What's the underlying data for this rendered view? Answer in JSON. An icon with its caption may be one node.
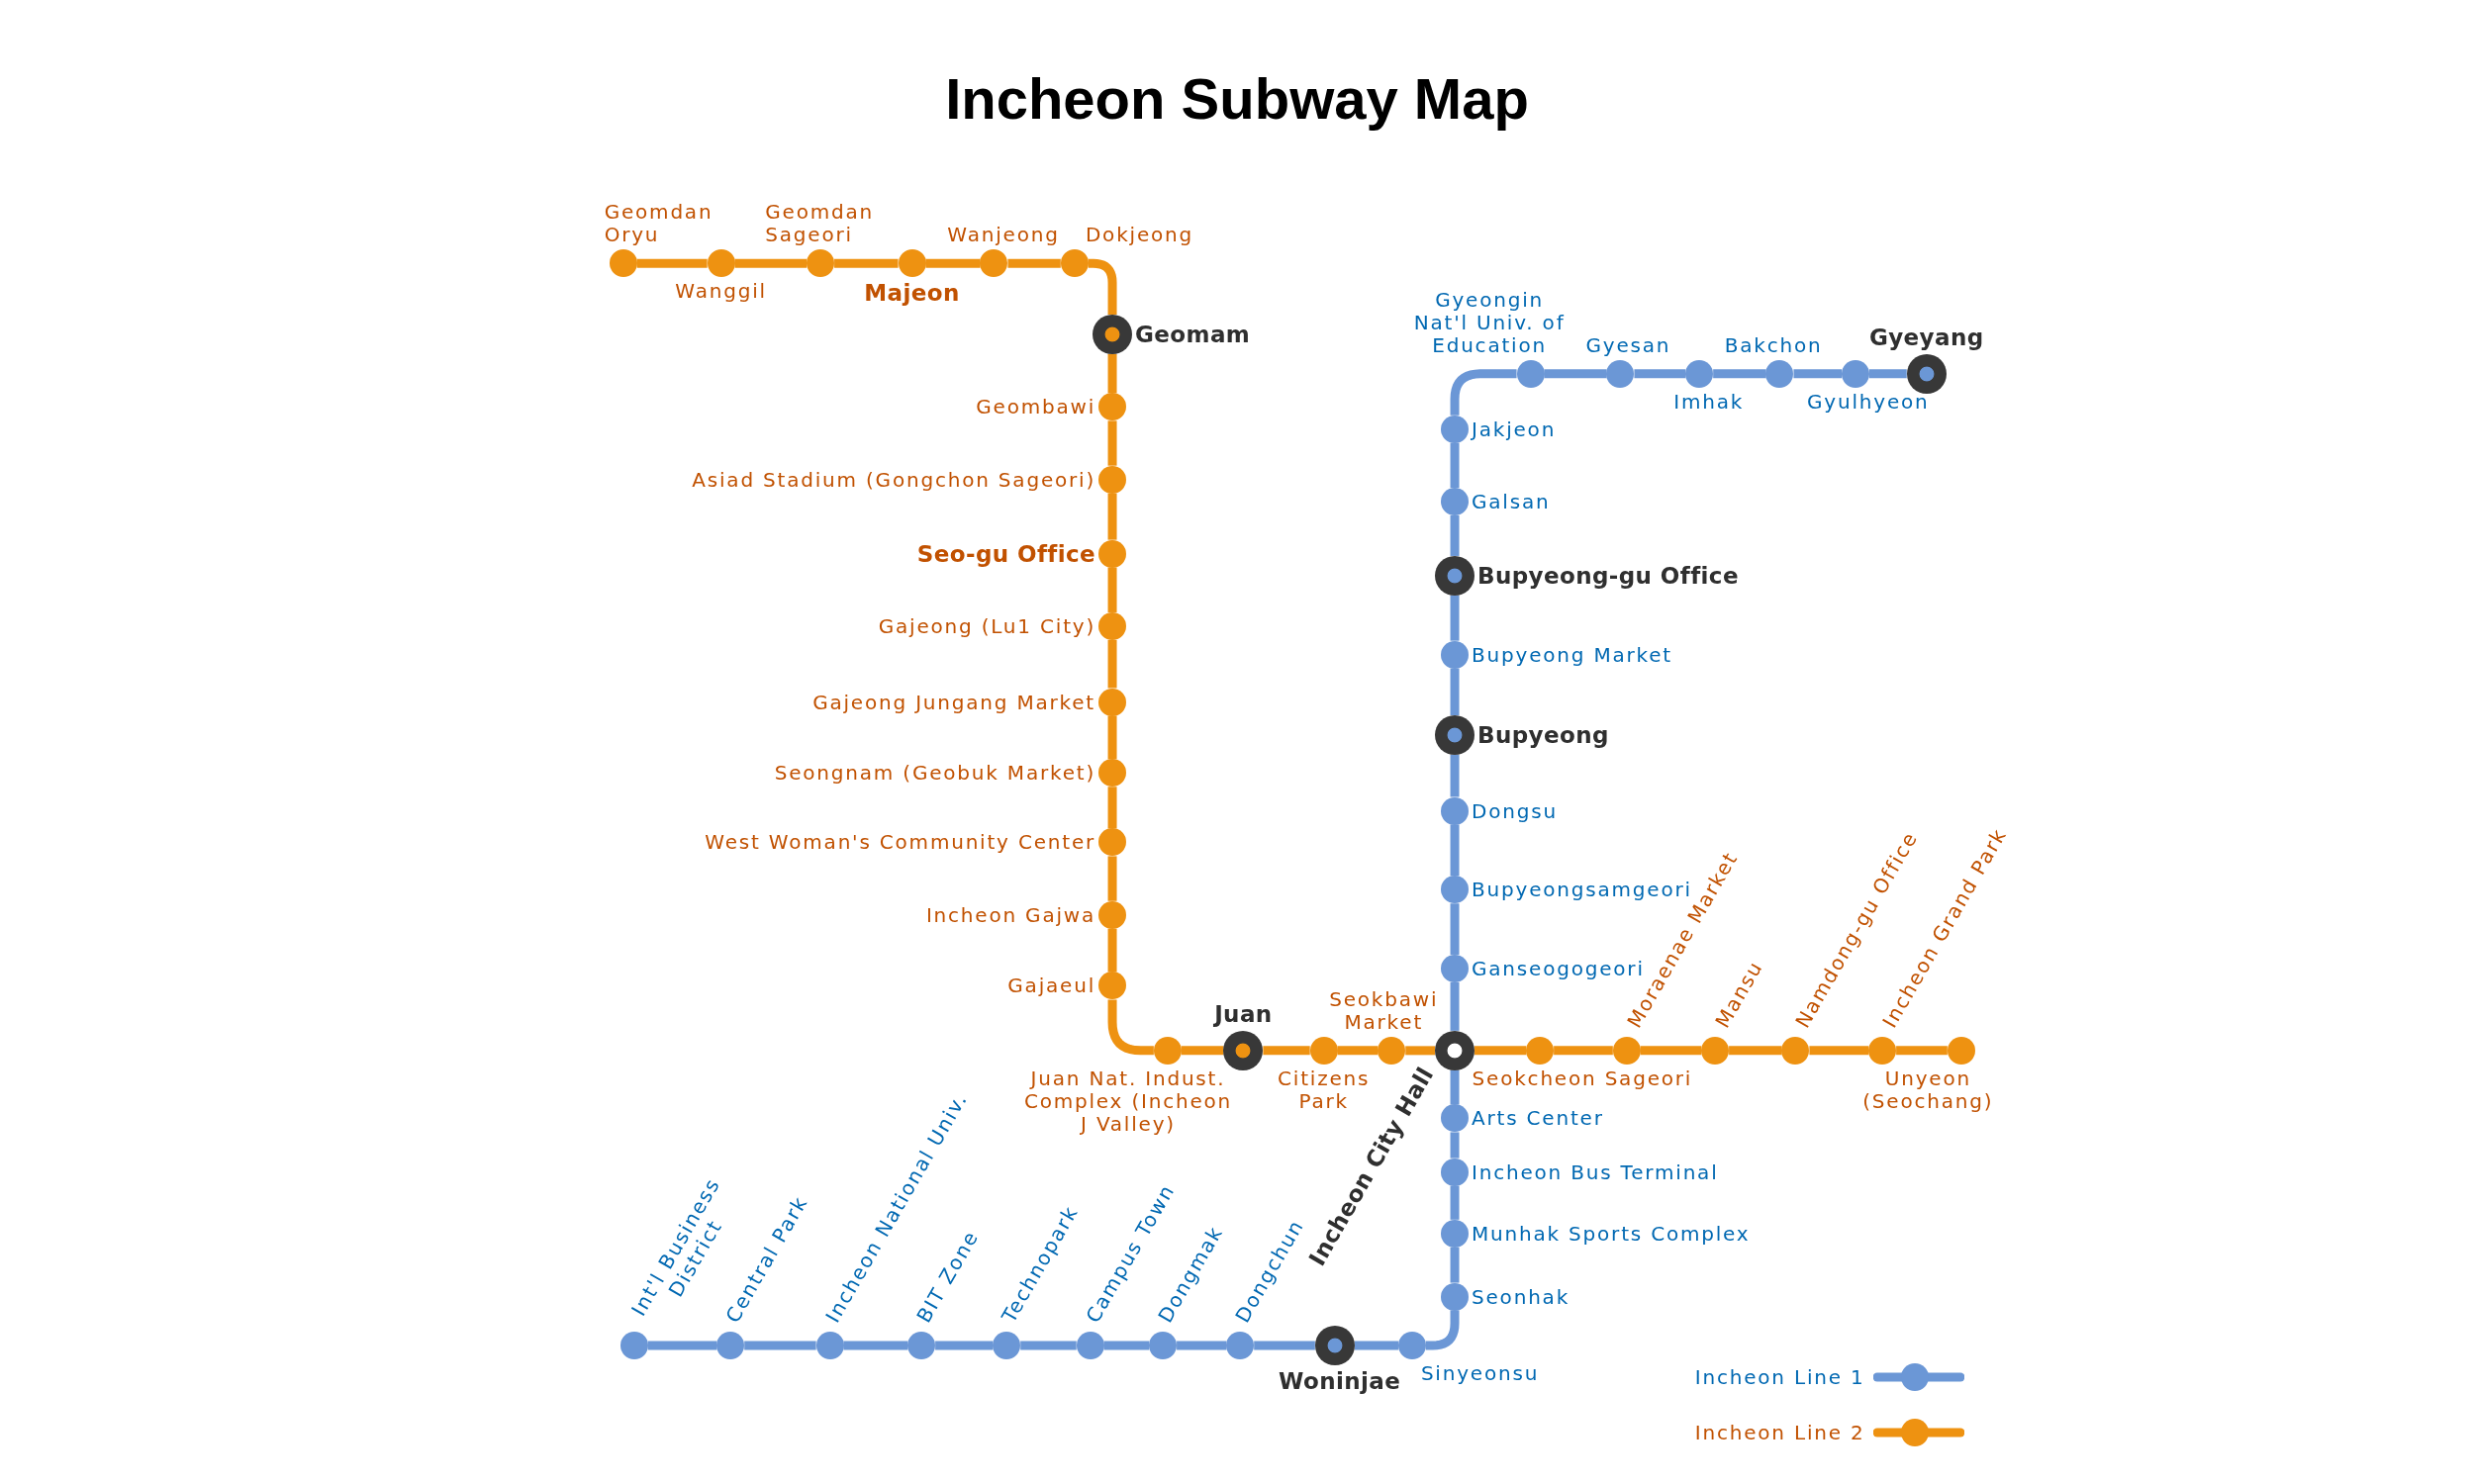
{
  "diagram": {
    "title": "Incheon Subway Map",
    "nodes": [
      {
        "text": [
          "Geomdan Oryu"
        ]
      },
      {
        "text": [
          "Wanggil"
        ]
      },
      {
        "text": [
          "Geomdan Sageori"
        ]
      },
      {
        "text": [
          "Majeon"
        ]
      },
      {
        "text": [
          "Wanjeong"
        ]
      },
      {
        "text": [
          "Dokjeong"
        ]
      },
      {
        "text": [
          "Geomam"
        ]
      },
      {
        "text": [
          "Geombawi"
        ]
      },
      {
        "text": [
          "Asiad Stadium (Gongchon Sageori)"
        ]
      },
      {
        "text": [
          "Seo-gu Office"
        ]
      },
      {
        "text": [
          "Gajeong (Lu1 City)"
        ]
      },
      {
        "text": [
          "Gajeong Jungang Market"
        ]
      },
      {
        "text": [
          "Seongnam (Geobuk Market)"
        ]
      },
      {
        "text": [
          "West Woman's Community Center"
        ]
      },
      {
        "text": [
          "Incheon Gajwa"
        ]
      },
      {
        "text": [
          "Gajaeul"
        ]
      },
      {
        "text": [
          "Juan Nat. Indust. Complex (Incheon J Valley)"
        ]
      },
      {
        "text": [
          "Juan"
        ]
      },
      {
        "text": [
          "Citizens Park"
        ]
      },
      {
        "text": [
          "Seokbawi Market"
        ]
      },
      {
        "text": [
          "Incheon City Hall"
        ]
      },
      {
        "text": [
          "Seokcheon Sageori"
        ]
      },
      {
        "text": [
          "Moraenae Market"
        ]
      },
      {
        "text": [
          "Mansu"
        ]
      },
      {
        "text": [
          "Namdong-gu Office"
        ]
      },
      {
        "text": [
          "Incheon Grand Park"
        ]
      },
      {
        "text": [
          "Unyeon (Seochang)"
        ]
      },
      {
        "text": [
          "Gyeyang"
        ]
      },
      {
        "text": [
          "Gyulhyeon"
        ]
      },
      {
        "text": [
          "Bakchon"
        ]
      },
      {
        "text": [
          "Imhak"
        ]
      },
      {
        "text": [
          "Gyesan"
        ]
      },
      {
        "text": [
          "Gyeongin Nat'l Univ. of Education"
        ]
      },
      {
        "text": [
          "Jakjeon"
        ]
      },
      {
        "text": [
          "Galsan"
        ]
      },
      {
        "text": [
          "Bupyeong-gu Office"
        ]
      },
      {
        "text": [
          "Bupyeong Market"
        ]
      },
      {
        "text": [
          "Bupyeong"
        ]
      },
      {
        "text": [
          "Dongsu"
        ]
      },
      {
        "text": [
          "Bupyeongsamgeori"
        ]
      },
      {
        "text": [
          "Ganseogogeori"
        ]
      },
      {
        "text": [
          "Arts Center"
        ]
      },
      {
        "text": [
          "Incheon Bus Terminal"
        ]
      },
      {
        "text": [
          "Munhak Sports Complex"
        ]
      },
      {
        "text": [
          "Seonhak"
        ]
      },
      {
        "text": [
          "Sinyeonsu"
        ]
      },
      {
        "text": [
          "Woninjae"
        ]
      },
      {
        "text": [
          "Dongchun"
        ]
      },
      {
        "text": [
          "Dongmak"
        ]
      },
      {
        "text": [
          "Campus Town"
        ]
      },
      {
        "text": [
          "Technopark"
        ]
      },
      {
        "text": [
          "BIT Zone"
        ]
      },
      {
        "text": [
          "Incheon National Univ."
        ]
      },
      {
        "text": [
          "Central Park"
        ]
      },
      {
        "text": [
          "Int'l Business District"
        ]
      }
    ],
    "edges": [
      {
        "from": 0,
        "to": 1,
        "arrow": "none",
        "color": "#ee9211"
      },
      {
        "from": 1,
        "to": 2,
        "arrow": "none",
        "color": "#ee9211"
      },
      {
        "from": 2,
        "to": 3,
        "arrow": "none",
        "color": "#ee9211"
      },
      {
        "from": 3,
        "to": 4,
        "arrow": "none",
        "color": "#ee9211"
      },
      {
        "from": 4,
        "to": 5,
        "arrow": "none",
        "color": "#ee9211"
      },
      {
        "from": 5,
        "to": 6,
        "arrow": "none",
        "color": "#ee9211"
      },
      {
        "from": 6,
        "to": 7,
        "arrow": "none",
        "color": "#ee9211"
      },
      {
        "from": 7,
        "to": 8,
        "arrow": "none",
        "color": "#ee9211"
      },
      {
        "from": 8,
        "to": 9,
        "arrow": "none",
        "color": "#ee9211"
      },
      {
        "from": 9,
        "to": 10,
        "arrow": "none",
        "color": "#ee9211"
      },
      {
        "from": 10,
        "to": 11,
        "arrow": "none",
        "color": "#ee9211"
      },
      {
        "from": 11,
        "to": 12,
        "arrow": "none",
        "color": "#ee9211"
      },
      {
        "from": 12,
        "to": 13,
        "arrow": "none",
        "color": "#ee9211"
      },
      {
        "from": 13,
        "to": 14,
        "arrow": "none",
        "color": "#ee9211"
      },
      {
        "from": 14,
        "to": 15,
        "arrow": "none",
        "color": "#ee9211"
      },
      {
        "from": 15,
        "to": 16,
        "arrow": "none",
        "color": "#ee9211"
      },
      {
        "from": 16,
        "to": 17,
        "arrow": "none",
        "color": "#ee9211"
      },
      {
        "from": 17,
        "to": 18,
        "arrow": "none",
        "color": "#ee9211"
      },
      {
        "from": 18,
        "to": 19,
        "arrow": "none",
        "color": "#ee9211"
      },
      {
        "from": 19,
        "to": 20,
        "arrow": "none",
        "color": "#ee9211"
      },
      {
        "from": 20,
        "to": 21,
        "arrow": "none",
        "color": "#ee9211"
      },
      {
        "from": 21,
        "to": 22,
        "arrow": "none",
        "color": "#ee9211"
      },
      {
        "from": 22,
        "to": 23,
        "arrow": "none",
        "color": "#ee9211"
      },
      {
        "from": 23,
        "to": 24,
        "arrow": "none",
        "color": "#ee9211"
      },
      {
        "from": 24,
        "to": 25,
        "arrow": "none",
        "color": "#ee9211"
      },
      {
        "from": 25,
        "to": 26,
        "arrow": "none",
        "color": "#ee9211"
      },
      {
        "from": 27,
        "to": 28,
        "arrow": "none"
      },
      {
        "from": 28,
        "to": 29,
        "arrow": "none"
      },
      {
        "from": 29,
        "to": 30,
        "arrow": "none"
      },
      {
        "from": 30,
        "to": 31,
        "arrow": "none"
      },
      {
        "from": 31,
        "to": 32,
        "arrow": "none"
      },
      {
        "from": 32,
        "to": 33,
        "arrow": "none"
      },
      {
        "from": 33,
        "to": 34,
        "arrow": "none"
      },
      {
        "from": 34,
        "to": 35,
        "arrow": "none"
      },
      {
        "from": 35,
        "to": 36,
        "arrow": "none"
      },
      {
        "from": 36,
        "to": 37,
        "arrow": "none"
      },
      {
        "from": 37,
        "to": 38,
        "arrow": "none"
      },
      {
        "from": 38,
        "to": 39,
        "arrow": "none"
      },
      {
        "from": 39,
        "to": 40,
        "arrow": "none"
      },
      {
        "from": 40,
        "to": 20,
        "arrow": "none"
      },
      {
        "from": 20,
        "to": 41,
        "arrow": "none"
      },
      {
        "from": 41,
        "to": 42,
        "arrow": "none"
      },
      {
        "from": 42,
        "to": 43,
        "arrow": "none"
      },
      {
        "from": 43,
        "to": 44,
        "arrow": "none"
      },
      {
        "from": 44,
        "to": 45,
        "arrow": "none"
      },
      {
        "from": 45,
        "to": 46,
        "arrow": "none"
      },
      {
        "from": 46,
        "to": 47,
        "arrow": "none"
      },
      {
        "from": 47,
        "to": 48,
        "arrow": "none"
      },
      {
        "from": 48,
        "to": 49,
        "arrow": "none"
      },
      {
        "from": 49,
        "to": 50,
        "arrow": "none"
      },
      {
        "from": 50,
        "to": 51,
        "arrow": "none"
      },
      {
        "from": 51,
        "to": 52,
        "arrow": "none"
      },
      {
        "from": 52,
        "to": 53,
        "arrow": "none"
      },
      {
        "from": 53,
        "to": 54,
        "arrow": "none"
      }
    ],
    "legend": [
      {
        "text": "Incheon Line 1"
      },
      {
        "text": "Incheon Line 2"
      }
    ]
  }
}
